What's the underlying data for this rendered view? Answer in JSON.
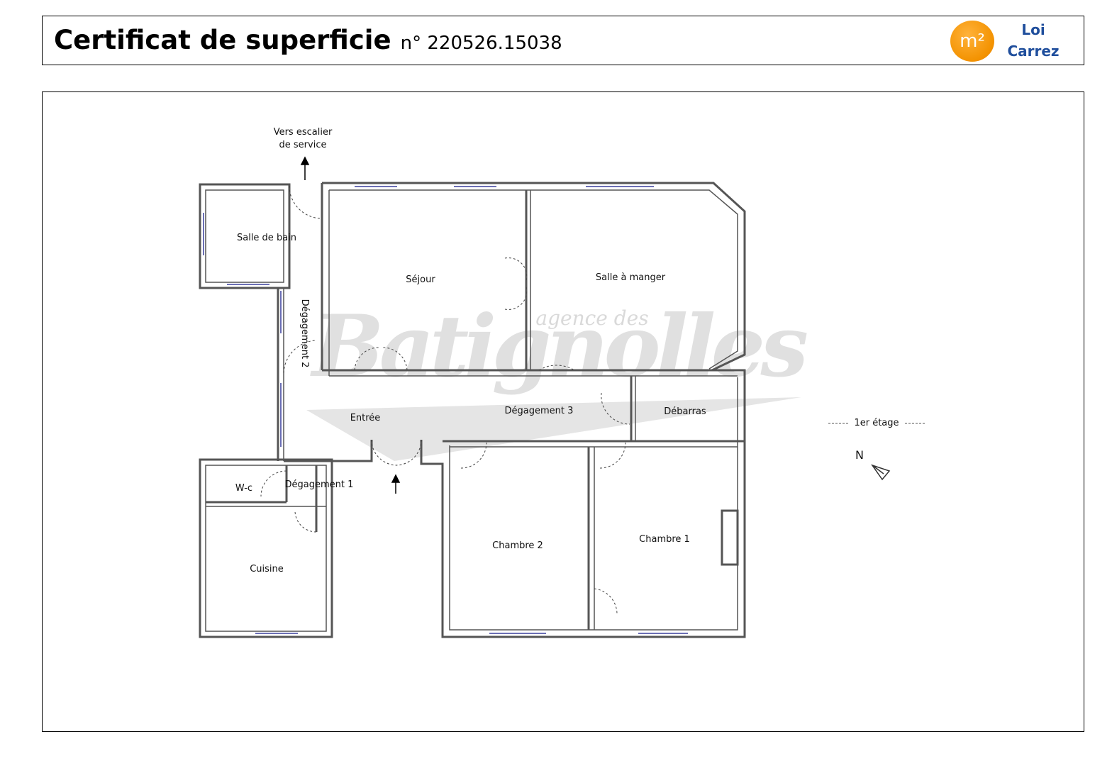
{
  "header": {
    "title": "Certificat de superficie",
    "number": "n° 220526.15038",
    "badge_symbol": "m²",
    "badge_label_line1": "Loi",
    "badge_label_line2": "Carrez",
    "badge_color": "#f39200",
    "label_color": "#1f4e9c"
  },
  "plan": {
    "stair_label_line1": "Vers escalier",
    "stair_label_line2": "de service",
    "floor_label": "1er étage",
    "north_label": "N",
    "watermark_small": "agence des",
    "watermark_big": "Batignolles",
    "rooms": {
      "salle_de_bain": "Salle de bain",
      "sejour": "Séjour",
      "salle_a_manger": "Salle à manger",
      "degagement_2": "Dégagement 2",
      "entree": "Entrée",
      "degagement_3": "Dégagement 3",
      "debarras": "Débarras",
      "wc": "W-c",
      "degagement_1": "Dégagement 1",
      "cuisine": "Cuisine",
      "chambre_2": "Chambre 2",
      "chambre_1": "Chambre 1"
    }
  }
}
